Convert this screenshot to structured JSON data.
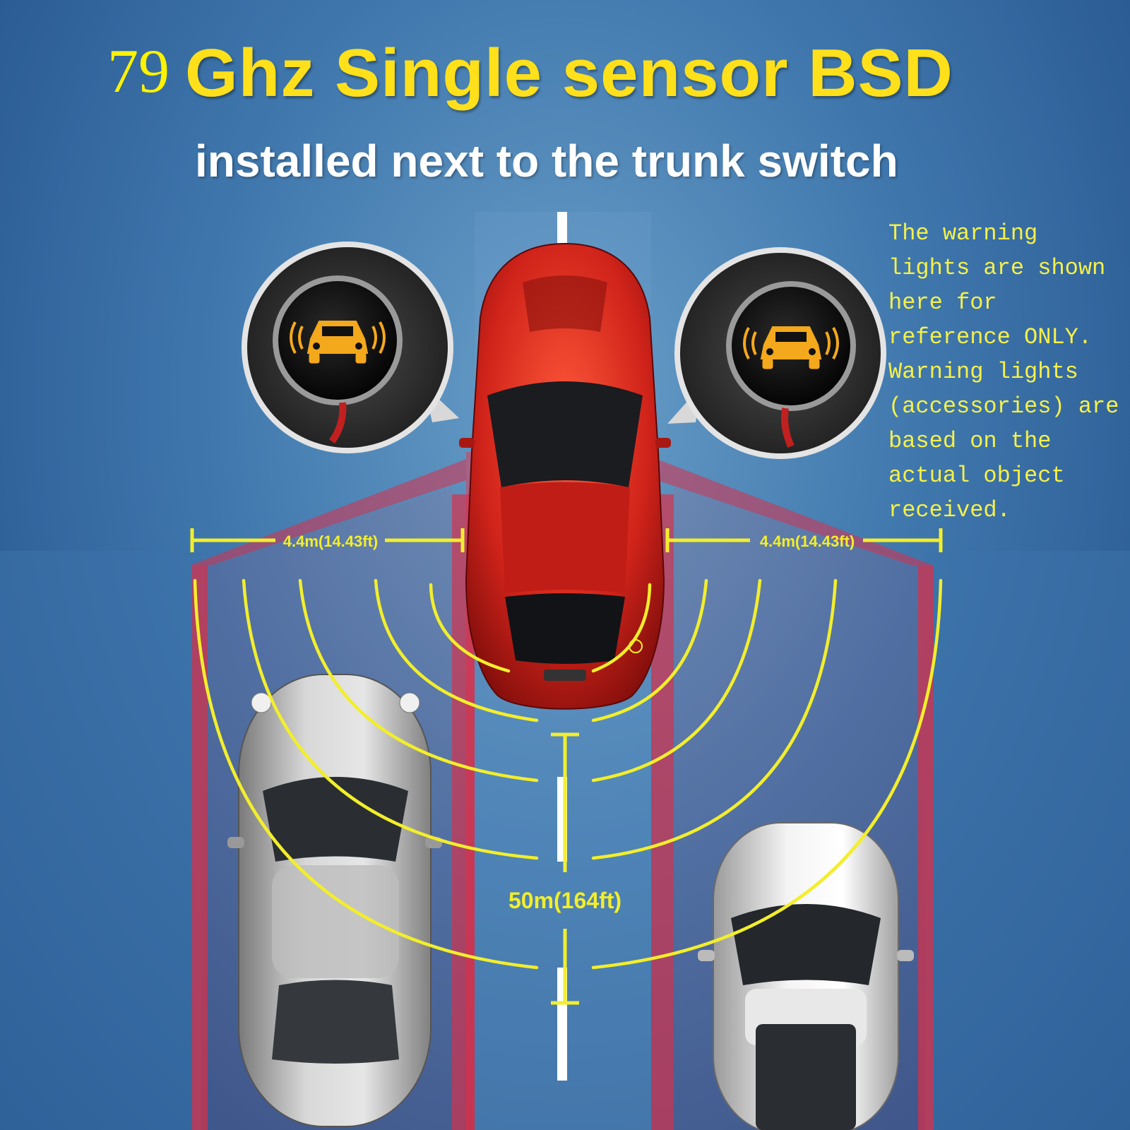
{
  "title": {
    "number": "79",
    "text": "Ghz Single sensor BSD"
  },
  "subtitle": "installed next to the trunk switch",
  "note_lines": [
    "The warning",
    "lights are shown",
    "here for",
    "reference ONLY.",
    "Warning lights",
    "(accessories) are",
    "based on the",
    "actual object",
    "received."
  ],
  "dimensions": {
    "left_width": "4.4m(14.43ft)",
    "right_width": "4.4m(14.43ft)",
    "rear_range": "50m(164ft)"
  },
  "colors": {
    "title": "#ffe01a",
    "measure": "#f2ee2c",
    "zone": "#d8304a",
    "host_car": "#c8201a",
    "background": "#3f77ad"
  },
  "icons": [
    "blind-spot-warning-icon-left",
    "blind-spot-warning-icon-right"
  ]
}
